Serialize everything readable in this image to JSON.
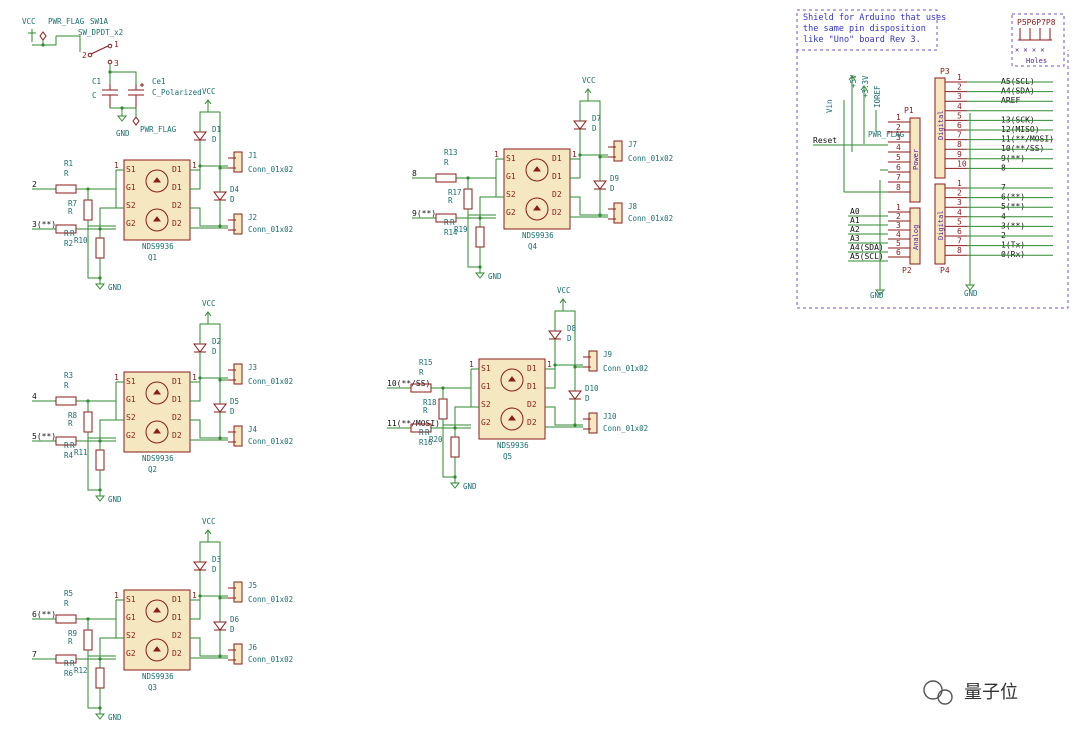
{
  "labels": {
    "vcc": "VCC",
    "gnd": "GND",
    "pwr_flag": "PWR_FLAG",
    "sw1a": "SW1A",
    "sw_type": "SW_DPDT_x2",
    "c1": "C1",
    "c1_val": "C",
    "ce1": "Ce1",
    "ce1_val": "C_Polarized",
    "r": "R",
    "d": "D",
    "conn": "Conn_01x02",
    "nds": "NDS9936",
    "pin_s1": "S1",
    "pin_g1": "G1",
    "pin_s2": "S2",
    "pin_g2": "G2",
    "pin_d1": "D1",
    "pin_d2": "D2",
    "sw_pin2": "2",
    "sw_pin1": "1",
    "sw_pin3": "3"
  },
  "channels": [
    {
      "in_a": "2",
      "in_b": "3(**)",
      "ra": "R1",
      "rb": "R2",
      "rpa": "R7",
      "rpb": "R10",
      "q": "Q1",
      "da": "D1",
      "db": "D4",
      "ja": "J1",
      "jb": "J2"
    },
    {
      "in_a": "4",
      "in_b": "5(**)",
      "ra": "R3",
      "rb": "R4",
      "rpa": "R8",
      "rpb": "R11",
      "q": "Q2",
      "da": "D2",
      "db": "D5",
      "ja": "J3",
      "jb": "J4"
    },
    {
      "in_a": "6(**)",
      "in_b": "7",
      "ra": "R5",
      "rb": "R6",
      "rpa": "R9",
      "rpb": "R12",
      "q": "Q3",
      "da": "D3",
      "db": "D6",
      "ja": "J5",
      "jb": "J6"
    },
    {
      "in_a": "8",
      "in_b": "9(**)",
      "ra": "R13",
      "rb": "R14",
      "rpa": "R17",
      "rpb": "R19",
      "q": "Q4",
      "da": "D7",
      "db": "D9",
      "ja": "J7",
      "jb": "J8"
    },
    {
      "in_a": "10(**/SS)",
      "in_b": "11(**/MOSI)",
      "ra": "R15",
      "rb": "R16",
      "rpa": "R18",
      "rpb": "R20",
      "q": "Q5",
      "da": "D8",
      "db": "D10",
      "ja": "J9",
      "jb": "J10"
    }
  ],
  "shield": {
    "note_lines": [
      "Shield for Arduino that uses",
      "the same pin disposition",
      "like \"Uno\" board Rev 3."
    ],
    "holes_label": "Holes",
    "holes_refs": "P5P6P7P8",
    "p1": "P1",
    "p2": "P2",
    "p3": "P3",
    "p4": "P4",
    "p1_name": "Power",
    "p2_name": "Analog",
    "p3_name": "Digital",
    "p4_name": "Digital",
    "vin": "Vin",
    "v5": "+5V",
    "v33": "+3.3V",
    "ioref": "IOREF",
    "reset": "Reset",
    "pwr_flag": "PWR_FLAG",
    "p1_pins": [
      "1",
      "2",
      "3",
      "4",
      "5",
      "6",
      "7",
      "8"
    ],
    "p2_pins": [
      "1",
      "2",
      "3",
      "4",
      "5",
      "6"
    ],
    "p3_pins": [
      "1",
      "2",
      "3",
      "4",
      "5",
      "6",
      "7",
      "8",
      "9",
      "10"
    ],
    "p4_pins": [
      "1",
      "2",
      "3",
      "4",
      "5",
      "6",
      "7",
      "8"
    ],
    "analog_nets": [
      "A0",
      "A1",
      "A2",
      "A3",
      "A4(SDA)",
      "A5(SCL)"
    ],
    "p3_nets": [
      "A5(SCL)",
      "A4(SDA)",
      "AREF",
      "",
      "13(SCK)",
      "12(MISO)",
      "11(**/MOSI)",
      "10(**/SS)",
      "9(**)",
      "8"
    ],
    "p4_nets": [
      "7",
      "6(**)",
      "5(**)",
      "4",
      "3(**)",
      "2",
      "1(Tx)",
      "0(Rx)"
    ]
  },
  "watermark": "量子位"
}
